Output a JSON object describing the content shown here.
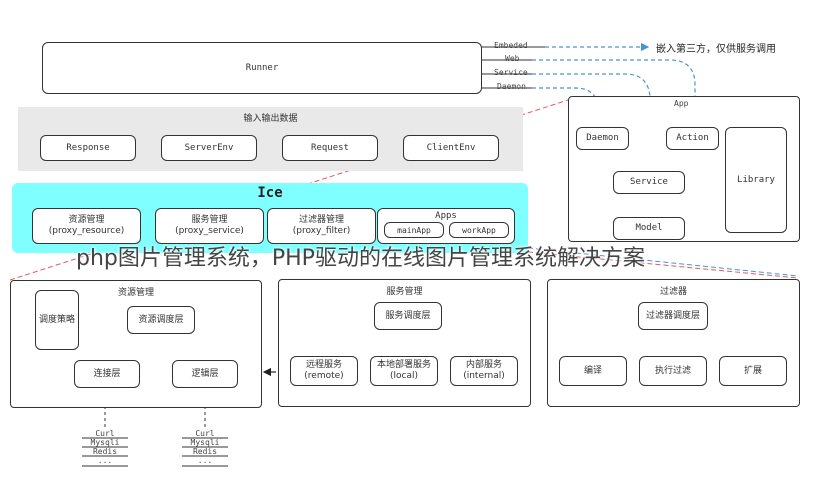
{
  "runner": {
    "title": "Runner",
    "outputs": [
      "Embeded",
      "Web",
      "Service",
      "Daemon"
    ],
    "embed_note": "嵌入第三方，仅供服务调用"
  },
  "io": {
    "title": "输入输出数据",
    "items": [
      "Response",
      "ServerEnv",
      "Request",
      "ClientEnv"
    ]
  },
  "ice": {
    "title": "Ice",
    "modules": [
      {
        "line1": "资源管理",
        "line2": "(proxy_resource)"
      },
      {
        "line1": "服务管理",
        "line2": "(proxy_service)"
      },
      {
        "line1": "过滤器管理",
        "line2": "(proxy_filter)"
      }
    ],
    "apps_title": "Apps",
    "apps": [
      "mainApp",
      "workApp"
    ]
  },
  "app": {
    "title": "App",
    "daemon": "Daemon",
    "action": "Action",
    "service": "Service",
    "model": "Model",
    "library": "Library"
  },
  "resource": {
    "title": "资源管理",
    "strategy": "调度策略",
    "scheduler": "资源调度层",
    "connect": "连接层",
    "logic": "逻辑层",
    "connect_items": [
      "Curl",
      "Mysqli",
      "Redis",
      "..."
    ],
    "logic_items": [
      "Curl",
      "Mysqli",
      "Redis",
      "..."
    ]
  },
  "service_mgmt": {
    "title": "服务管理",
    "scheduler": "服务调度层",
    "remote": {
      "line1": "远程服务",
      "line2": "(remote)"
    },
    "local": {
      "line1": "本地部署服务",
      "line2": "(local)"
    },
    "internal": {
      "line1": "内部服务",
      "line2": "(internal)"
    }
  },
  "filter": {
    "title": "过滤器",
    "scheduler": "过滤器调度层",
    "items": [
      "编译",
      "执行过滤",
      "扩展"
    ]
  },
  "overlay_text": "php图片管理系统，PHP驱动的在线图片管理系统解决方案",
  "colors": {
    "cyan": "#7fffff",
    "grey": "#e9e9e9",
    "red_dash": "#e05a5a",
    "blue_dash": "#4a90d9"
  }
}
